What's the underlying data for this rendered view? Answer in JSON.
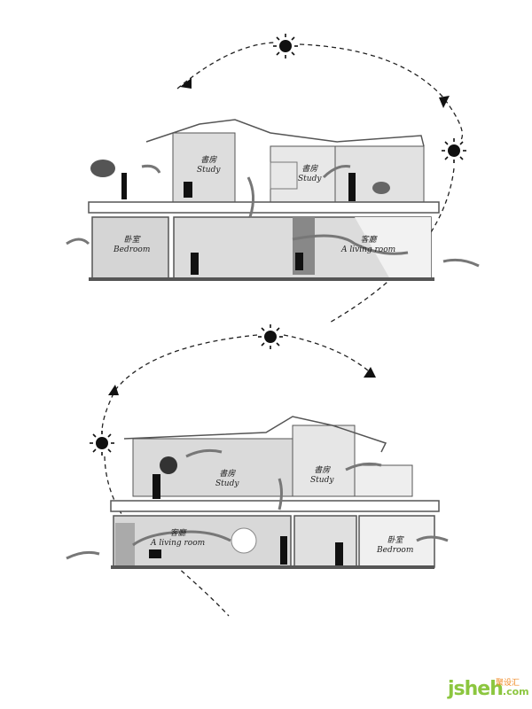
{
  "diagram": {
    "top_section": {
      "rooms": [
        {
          "cn": "書房",
          "en": "Study"
        },
        {
          "cn": "書房",
          "en": "Study"
        },
        {
          "cn": "卧室",
          "en": "Bedroom"
        },
        {
          "cn": "客廳",
          "en": "A living room"
        }
      ]
    },
    "bottom_section": {
      "rooms": [
        {
          "cn": "書房",
          "en": "Study"
        },
        {
          "cn": "書房",
          "en": "Study"
        },
        {
          "cn": "客廳",
          "en": "A living room"
        },
        {
          "cn": "卧室",
          "en": "Bedroom"
        }
      ]
    },
    "icons": [
      "sun-icon",
      "direction-arrow-icon",
      "airflow-arrow-icon"
    ],
    "colors": {
      "wall": "#555555",
      "fill": "#d9d9d9",
      "dark": "#111111"
    }
  },
  "watermark": {
    "logo": "jsheh",
    "domain": ".com",
    "cn": "聚设汇"
  }
}
